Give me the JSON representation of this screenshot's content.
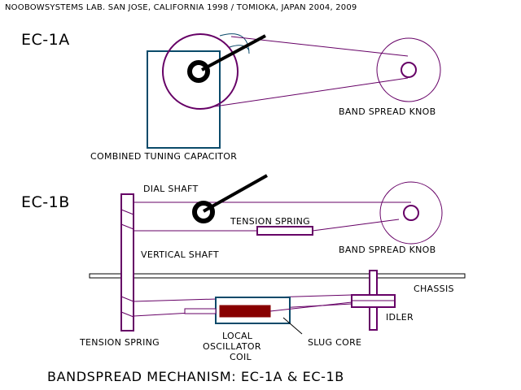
{
  "header": {
    "credit": "NOOBOWSYSTEMS LAB. SAN JOSE, CALIFORNIA 1998 / TOMIOKA, JAPAN 2004, 2009"
  },
  "ec1a": {
    "title": "EC-1A",
    "label_capacitor": "COMBINED TUNING CAPACITOR",
    "label_knob": "BAND SPREAD KNOB"
  },
  "ec1b": {
    "title": "EC-1B",
    "label_dial_shaft": "DIAL SHAFT",
    "label_tension_spring_top": "TENSION SPRING",
    "label_knob": "BAND SPREAD KNOB",
    "label_vertical_shaft": "VERTICAL SHAFT",
    "label_chassis": "CHASSIS",
    "label_idler": "IDLER",
    "label_tension_spring_bottom": "TENSION SPRING",
    "label_coil_line1": "LOCAL",
    "label_coil_line2": "OSCILLATOR",
    "label_coil_line3": "COIL",
    "label_slug_core": "SLUG CORE"
  },
  "caption": "BANDSPREAD MECHANISM: EC-1A & EC-1B",
  "colors": {
    "purple": "#660066",
    "teal": "#0a4a6a",
    "dark_red": "#880000",
    "black": "#000000"
  }
}
